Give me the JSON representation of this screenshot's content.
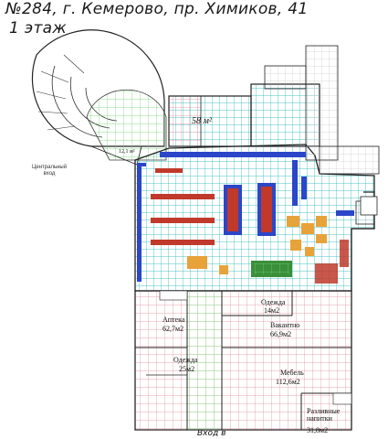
{
  "header": {
    "title": "№284, г. Кемерово, пр. Химиков, 41",
    "floor": "1 этаж"
  },
  "plan": {
    "hall_area": "58 м²",
    "small_area": "12,1 м²",
    "central_entrance": "Центральный вход",
    "entrance": "Вход в",
    "rooms": [
      {
        "name": "Одежда",
        "area": "14м2"
      },
      {
        "name": "Аптека",
        "area": "62,7м2"
      },
      {
        "name": "Вакантно",
        "area": "66,9м2"
      },
      {
        "name": "Одежда",
        "area": "25м2"
      },
      {
        "name": "Мебель",
        "area": "112,6м2"
      },
      {
        "name": "Разливные напитки",
        "area": "31,8м2"
      }
    ]
  },
  "colors": {
    "store_grid": "#18b0b0",
    "lower_grid": "#e08a9a",
    "corridor": "#6fcf6f",
    "walls": "#222222",
    "shelving_blue": "#2b46c8",
    "racks_red": "#c0392b",
    "fixtures_orange": "#e8a23a",
    "produce_green": "#3a8f3a"
  }
}
